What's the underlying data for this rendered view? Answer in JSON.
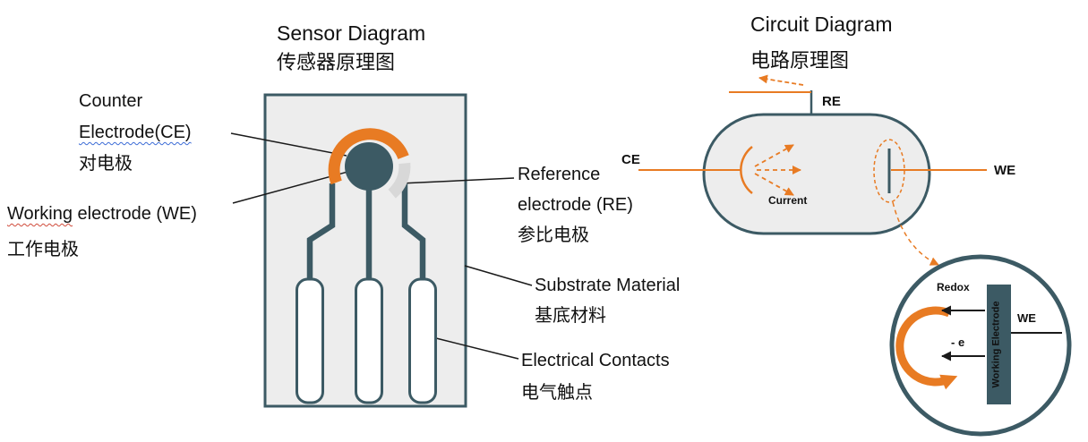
{
  "sensor": {
    "title_en": "Sensor Diagram",
    "title_zh": "传感器原理图",
    "counter": {
      "line1": "Counter",
      "line2": "Electrode(CE)",
      "zh": "对电极"
    },
    "working": {
      "word": "Working",
      "rest": " electrode (WE)",
      "zh": "工作电极"
    },
    "reference": {
      "line1": "Reference",
      "line2": "electrode (RE)",
      "zh": "参比电极"
    },
    "substrate": {
      "en": "Substrate Material",
      "zh": "基底材料"
    },
    "contacts": {
      "en": "Electrical Contacts",
      "zh": "电气触点"
    }
  },
  "circuit": {
    "title_en": "Circuit Diagram",
    "title_zh": "电路原理图",
    "ce_label": "CE",
    "re_label": "RE",
    "we_label": "WE",
    "current_label": "Current"
  },
  "inset": {
    "redox_label": "Redox",
    "electron_label": "- e",
    "we_label": "WE",
    "bar_label": "Working Electrode"
  },
  "colors": {
    "orange": "#E87B23",
    "slate": "#3C5A64",
    "panel_fill": "#EDEDED",
    "reference_arc": "#D8D8D8"
  }
}
